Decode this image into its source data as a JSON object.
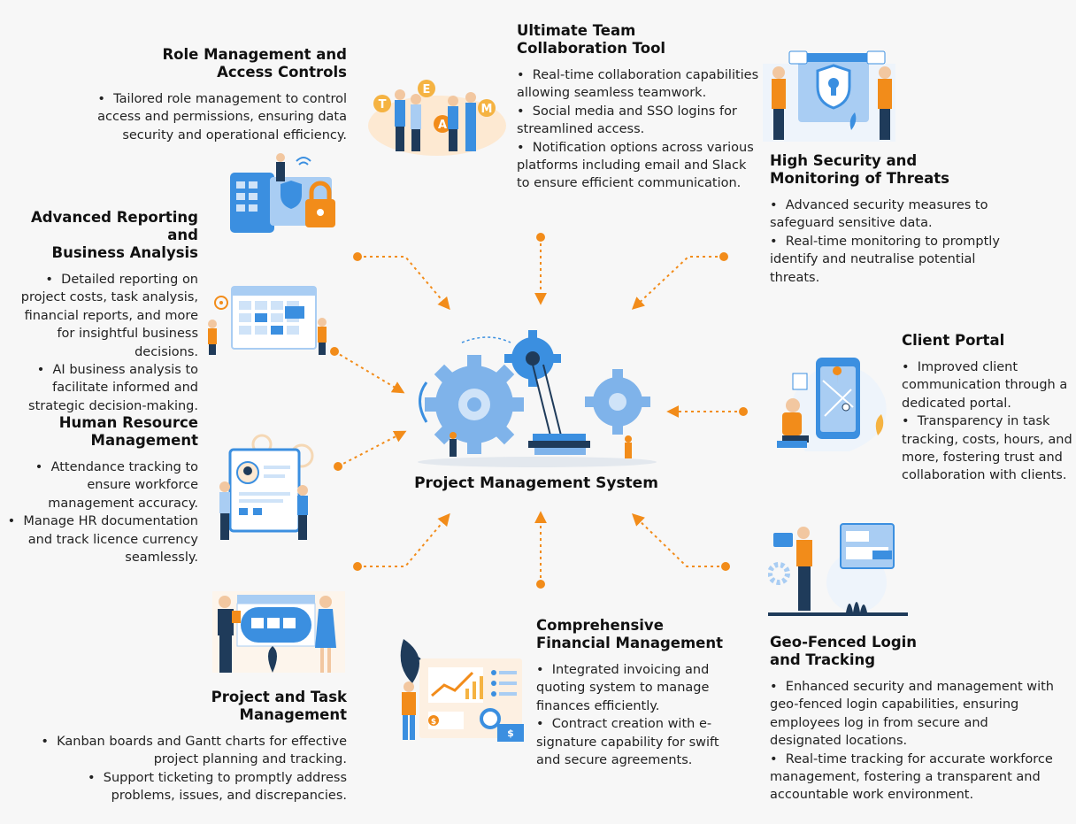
{
  "center": {
    "title": "Project Management System"
  },
  "blocks": {
    "role": {
      "title_lines": [
        "Role Management and",
        "Access Controls"
      ],
      "bullets": [
        "Tailored role management to control access and permissions, ensuring data security and operational efficiency."
      ]
    },
    "team": {
      "title_lines": [
        "Ultimate Team",
        "Collaboration Tool"
      ],
      "bullets": [
        "Real-time collaboration capabilities allowing seamless teamwork.",
        "Social media and SSO logins for streamlined access.",
        "Notification options across various platforms including email and Slack to ensure efficient communication."
      ]
    },
    "security": {
      "title_lines": [
        "High Security and",
        "Monitoring of Threats"
      ],
      "bullets": [
        "Advanced security measures to safeguard sensitive data.",
        "Real-time monitoring to promptly identify and neutralise potential threats."
      ]
    },
    "reporting": {
      "title_lines": [
        "Advanced Reporting and",
        "Business Analysis"
      ],
      "bullets": [
        "Detailed reporting on project costs, task analysis, financial reports, and more for insightful business decisions.",
        "AI business analysis to facilitate informed and strategic decision-making."
      ]
    },
    "client": {
      "title_lines": [
        "Client Portal"
      ],
      "bullets": [
        "Improved client communication through a dedicated portal.",
        "Transparency in task tracking, costs, hours, and more, fostering trust and collaboration with clients."
      ]
    },
    "hr": {
      "title_lines": [
        "Human Resource",
        "Management"
      ],
      "bullets": [
        "Attendance tracking to ensure workforce management accuracy.",
        "Manage HR documentation and track licence currency seamlessly."
      ]
    },
    "geo": {
      "title_lines": [
        "Geo-Fenced Login",
        "and Tracking"
      ],
      "bullets": [
        "Enhanced security and management with geo-fenced login capabilities, ensuring employees log in from secure and designated locations.",
        "Real-time tracking for accurate workforce management, fostering a transparent and accountable work environment."
      ]
    },
    "project": {
      "title_lines": [
        "Project and Task",
        "Management"
      ],
      "bullets": [
        "Kanban boards and Gantt charts for effective project planning and tracking.",
        "Support ticketing to promptly address problems, issues, and discrepancies."
      ]
    },
    "finance": {
      "title_lines": [
        "Comprehensive",
        "Financial Management"
      ],
      "bullets": [
        "Integrated invoicing and quoting system to manage finances efficiently.",
        "Contract creation with e-signature capability for swift and secure agreements."
      ]
    }
  },
  "illustration_text": {
    "team_letters": [
      "T",
      "E",
      "A",
      "M"
    ],
    "currency_symbol": "$"
  },
  "colors": {
    "accent": "#f28c1a",
    "blue": "#3b8fe0",
    "light_blue": "#a9cdf3",
    "navy": "#1f3b5a",
    "text": "#1f1f1f"
  }
}
